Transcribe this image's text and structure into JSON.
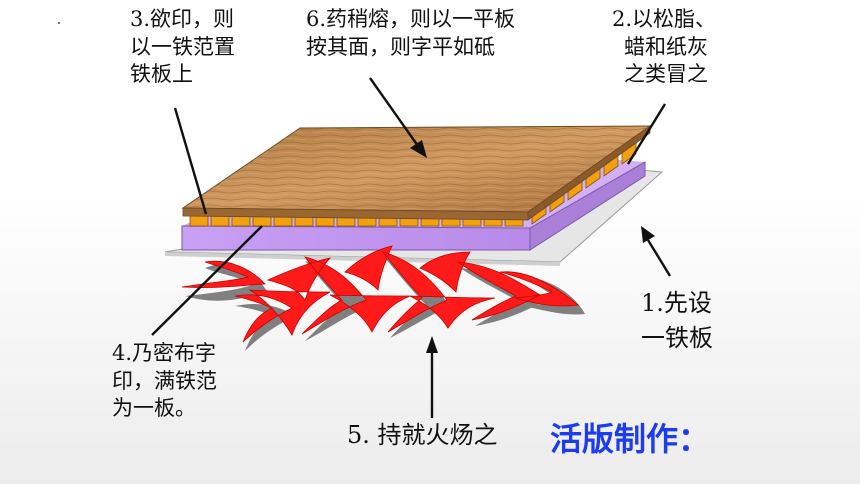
{
  "labels": {
    "step3": [
      "3.欲印，则",
      "以一铁范置",
      "铁板上"
    ],
    "step6": [
      "6.药稍熔，则以一平板",
      "按其面，则字平如砥"
    ],
    "step2": [
      "2.以松脂、",
      "蜡和纸灰",
      "之类冒之"
    ],
    "step1": [
      "1.先设",
      "一铁板"
    ],
    "step4": [
      "4.乃密布字",
      "印，满铁范",
      "为一板。"
    ],
    "step5": "5. 持就火炀之"
  },
  "title": "活版制作：",
  "colors": {
    "title": "#1d3cf0",
    "wood": "#c08850",
    "type_blocks": "#f0a010",
    "iron_plate": "#c497f0",
    "base_plate": "#e4e4e4",
    "flame": "#ff1a1a",
    "flame_shadow": "#7a7a7a"
  }
}
